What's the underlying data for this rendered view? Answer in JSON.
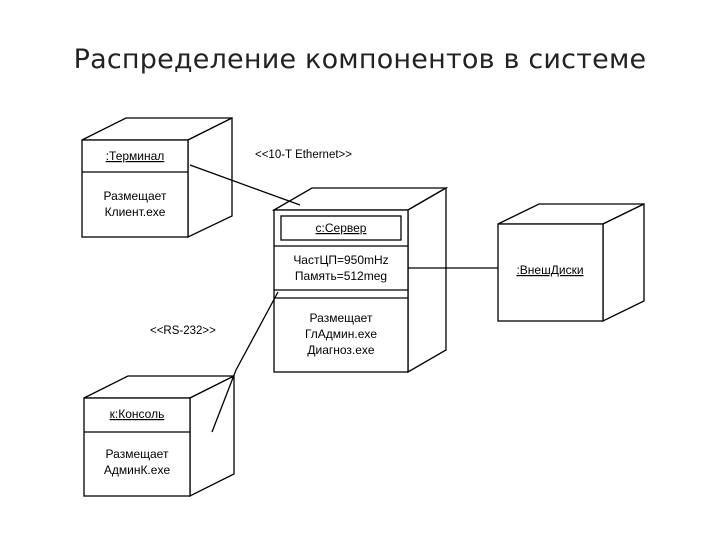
{
  "title": "Распределение компонентов в системе",
  "nodes": {
    "terminal": {
      "name": ":Терминал",
      "body": [
        "Размещает",
        "Клиент.exe"
      ]
    },
    "server": {
      "name": "c:Сервер",
      "props": [
        "ЧастЦП=950mHz",
        "Память=512meg"
      ],
      "body": [
        "Размещает",
        "ГлАдмин.exe",
        "Диагноз.exe"
      ]
    },
    "console": {
      "name": "к:Консоль",
      "body": [
        "Размещает",
        "АдминК.exe"
      ]
    },
    "disks": {
      "name": ":ВнешДиски"
    }
  },
  "connections": {
    "ethernet": "<<10-T Ethernet>>",
    "rs232": "<<RS-232>>"
  },
  "colors": {
    "line": "#000000",
    "background": "#ffffff"
  }
}
